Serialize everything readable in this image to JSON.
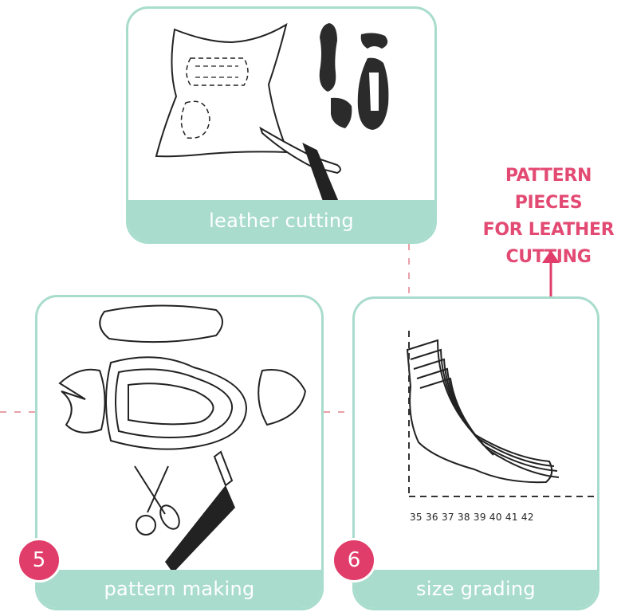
{
  "steps": [
    {
      "number": "",
      "label": "leather cutting"
    },
    {
      "number": "5",
      "label": "pattern making"
    },
    {
      "number": "6",
      "label": "size grading"
    }
  ],
  "callout": {
    "lines": [
      "PATTERN PIECES",
      "FOR LEATHER",
      "CUTTING"
    ]
  },
  "size_scale": "35 36 37  38 39 40 41 42",
  "colors": {
    "card_border": "#a8dccd",
    "footer": "#a9dccd",
    "badge": "#e13d6a",
    "callout": "#e34a73",
    "connector": "#e9a0a8"
  },
  "icons": [
    "leather-hide-icon",
    "leather-pieces-icon",
    "cutting-knife-icon",
    "scissors-icon",
    "pencil-icon",
    "shoe-last-icon"
  ]
}
